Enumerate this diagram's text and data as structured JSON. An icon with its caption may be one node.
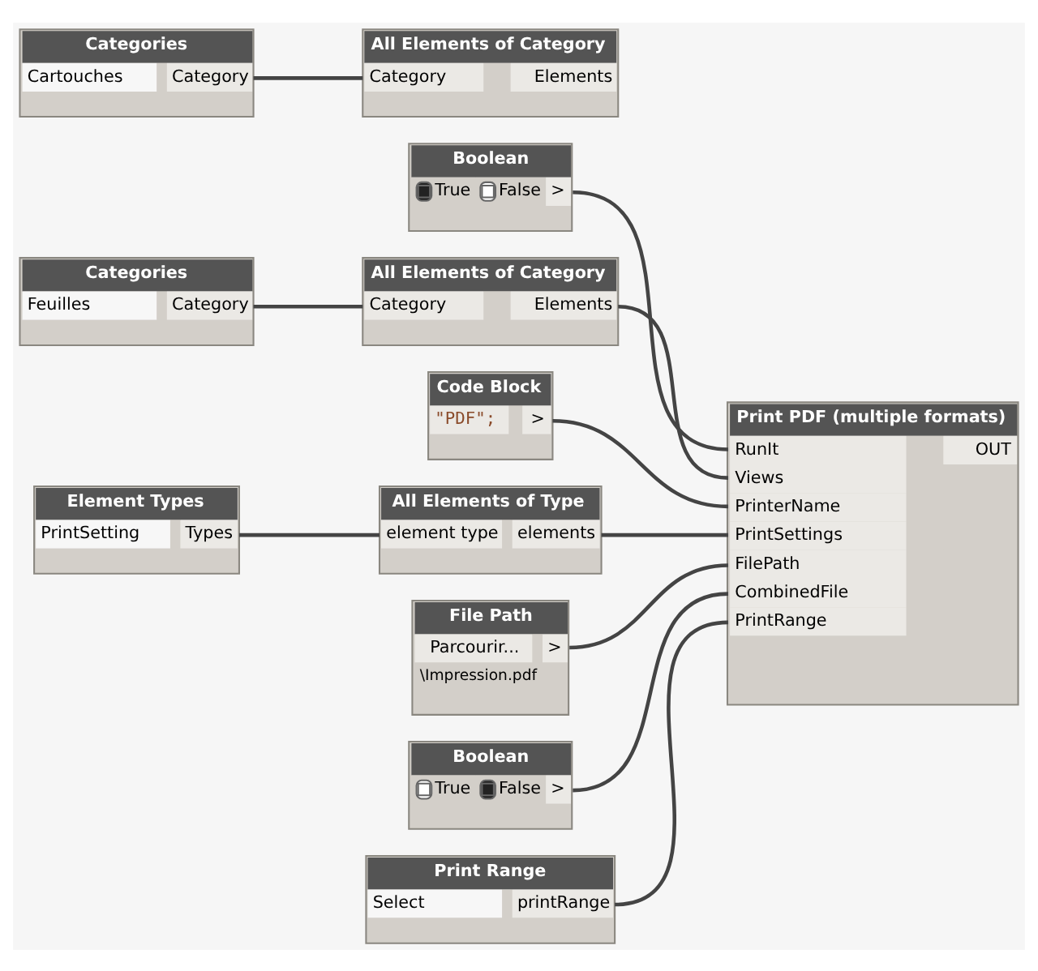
{
  "diagram": {
    "nodes": [
      {
        "text": [
          "Boolean",
          "True",
          "False",
          ">"
        ]
      },
      {
        "text": [
          "Categories",
          "Cartouches",
          "Category"
        ]
      },
      {
        "text": [
          "All Elements of Category",
          "Category",
          "Elements"
        ]
      },
      {
        "text": [
          "Categories",
          "Feuilles",
          "Category"
        ]
      },
      {
        "text": [
          "All Elements of Category",
          "Category",
          "Elements"
        ]
      },
      {
        "text": [
          "Code Block",
          "\"PDF\";",
          ">"
        ]
      },
      {
        "text": [
          "Print PDF (multiple formats)",
          "RunIt",
          "Views",
          "PrinterName",
          "PrintSettings",
          "FilePath",
          "CombinedFile",
          "PrintRange",
          "OUT"
        ]
      },
      {
        "text": [
          "Element Types",
          "PrintSetting",
          "Types"
        ]
      },
      {
        "text": [
          "All Elements of Type",
          "element type",
          "elements"
        ]
      },
      {
        "text": [
          "File Path",
          "Parcourir...",
          ">",
          "\\Impression.pdf"
        ]
      },
      {
        "text": [
          "Boolean",
          "True",
          "False",
          ">"
        ]
      },
      {
        "text": [
          "Print Range",
          "Select",
          "printRange"
        ]
      }
    ],
    "edges": [
      {
        "from": 1,
        "to": 2,
        "arrow": "none"
      },
      {
        "from": 3,
        "to": 4,
        "arrow": "none"
      },
      {
        "from": 7,
        "to": 8,
        "arrow": "none"
      },
      {
        "from": 0,
        "to": 6,
        "arrow": "none"
      },
      {
        "from": 4,
        "to": 6,
        "arrow": "none"
      },
      {
        "from": 5,
        "to": 6,
        "arrow": "none"
      },
      {
        "from": 8,
        "to": 6,
        "arrow": "none"
      },
      {
        "from": 9,
        "to": 6,
        "arrow": "none"
      },
      {
        "from": 10,
        "to": 6,
        "arrow": "none"
      },
      {
        "from": 11,
        "to": 6,
        "arrow": "none"
      }
    ]
  }
}
